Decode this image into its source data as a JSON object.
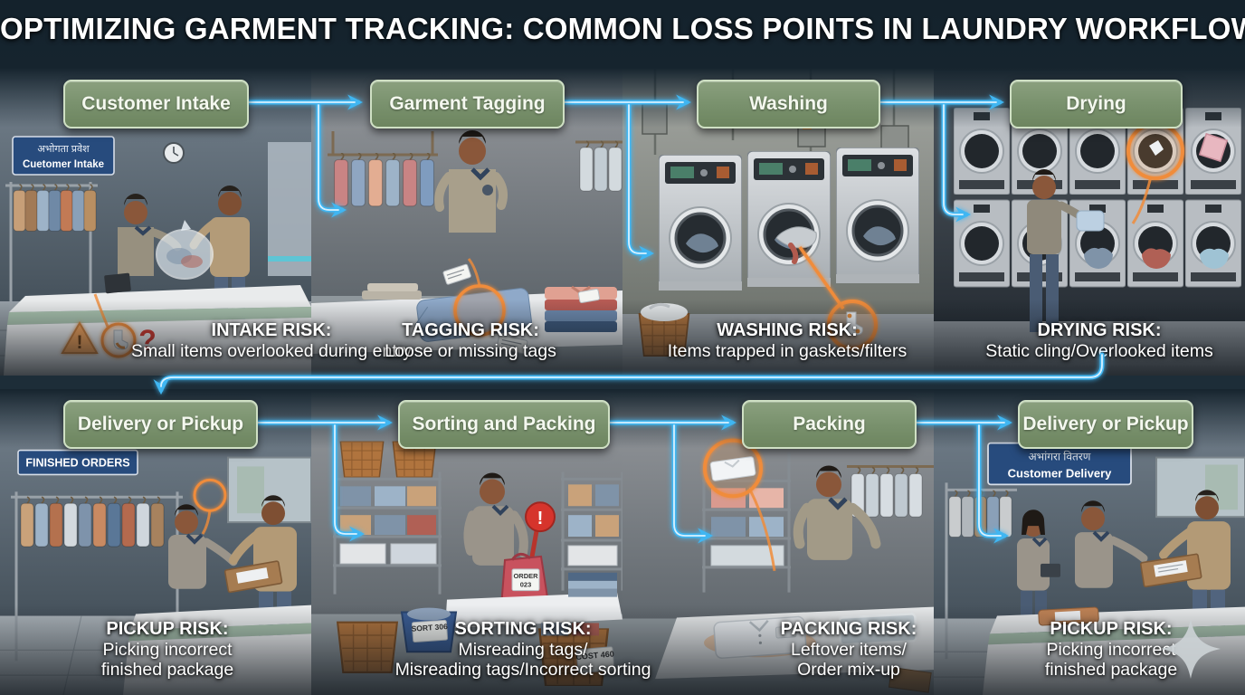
{
  "title": "OPTIMIZING GARMENT TRACKING: COMMON LOSS POINTS IN LAUNDRY WORKFLOW",
  "colors": {
    "background": "#1b2a34",
    "stage_box": "#7d9472",
    "stage_box_border": "#cfe0c4",
    "arrow_blue": "#4cc2f7",
    "highlight_orange": "#f08c3a",
    "sign_blue": "#2a4d80",
    "risk_text": "#ffffff"
  },
  "stages": [
    {
      "label": "Customer Intake",
      "risk_title": "INTAKE RISK:",
      "risk_lines": [
        "Small items overlooked during entry"
      ],
      "scene": {
        "name": "customer-intake-counter",
        "sign_line1": "अभोगता प्रवेश",
        "sign_line2": "Cuetomer Intake",
        "warning_mark": "!",
        "question_mark": "?",
        "icons": [
          "warning-triangle-icon",
          "sock-icon",
          "question-mark-icon"
        ]
      }
    },
    {
      "label": "Garment Tagging",
      "risk_title": "TAGGING RISK:",
      "risk_lines": [
        "Loose or missing tags"
      ],
      "scene": {
        "name": "tagging-table",
        "icons": [
          "loose-tag-highlight-icon"
        ]
      }
    },
    {
      "label": "Washing",
      "risk_title": "WASHING RISK:",
      "risk_lines": [
        "Items trapped in gaskets/filters"
      ],
      "scene": {
        "name": "washing-machines",
        "icons": [
          "trapped-sock-highlight-icon"
        ]
      }
    },
    {
      "label": "Drying",
      "risk_title": "DRYING RISK:",
      "risk_lines": [
        "Static cling/Overlooked items"
      ],
      "scene": {
        "name": "dryer-wall",
        "icons": [
          "overlooked-item-highlight-icon",
          "static-cling-item-icon"
        ]
      }
    },
    {
      "label": "Delivery or Pickup",
      "risk_title": "PICKUP RISK:",
      "risk_lines": [
        "Picking incorrect",
        "finished package"
      ],
      "scene": {
        "name": "pickup-counter",
        "sign": "FINISHED ORDERS",
        "icons": [
          "mixup-highlight-icon"
        ]
      }
    },
    {
      "label": "Sorting and Packing",
      "risk_title": "SORTING RISK:",
      "risk_lines": [
        "Misreading tags/",
        "Misreading tags/Incorrect sorting"
      ],
      "scene": {
        "name": "sorting-room",
        "bin_label": "SORT 306",
        "basket_label": "COST 460",
        "bag_tag_line1": "ORDER",
        "bag_tag_line2": "023",
        "alert_mark": "!",
        "icons": [
          "alert-balloon-icon"
        ]
      }
    },
    {
      "label": "Packing",
      "risk_title": "PACKING RISK:",
      "risk_lines": [
        "Leftover items/",
        "Order mix-up"
      ],
      "scene": {
        "name": "packing-table",
        "icons": [
          "leftover-item-highlight-icon"
        ]
      }
    },
    {
      "label": "Delivery or Pickup",
      "risk_title": "PICKUP RISK:",
      "risk_lines": [
        "Picking incorrect",
        "finished package"
      ],
      "scene": {
        "name": "delivery-counter",
        "sign_line1": "अभांगरा वितरण",
        "sign_line2": "Customer Delivery"
      }
    }
  ],
  "watermark_icon": "sparkle-icon"
}
